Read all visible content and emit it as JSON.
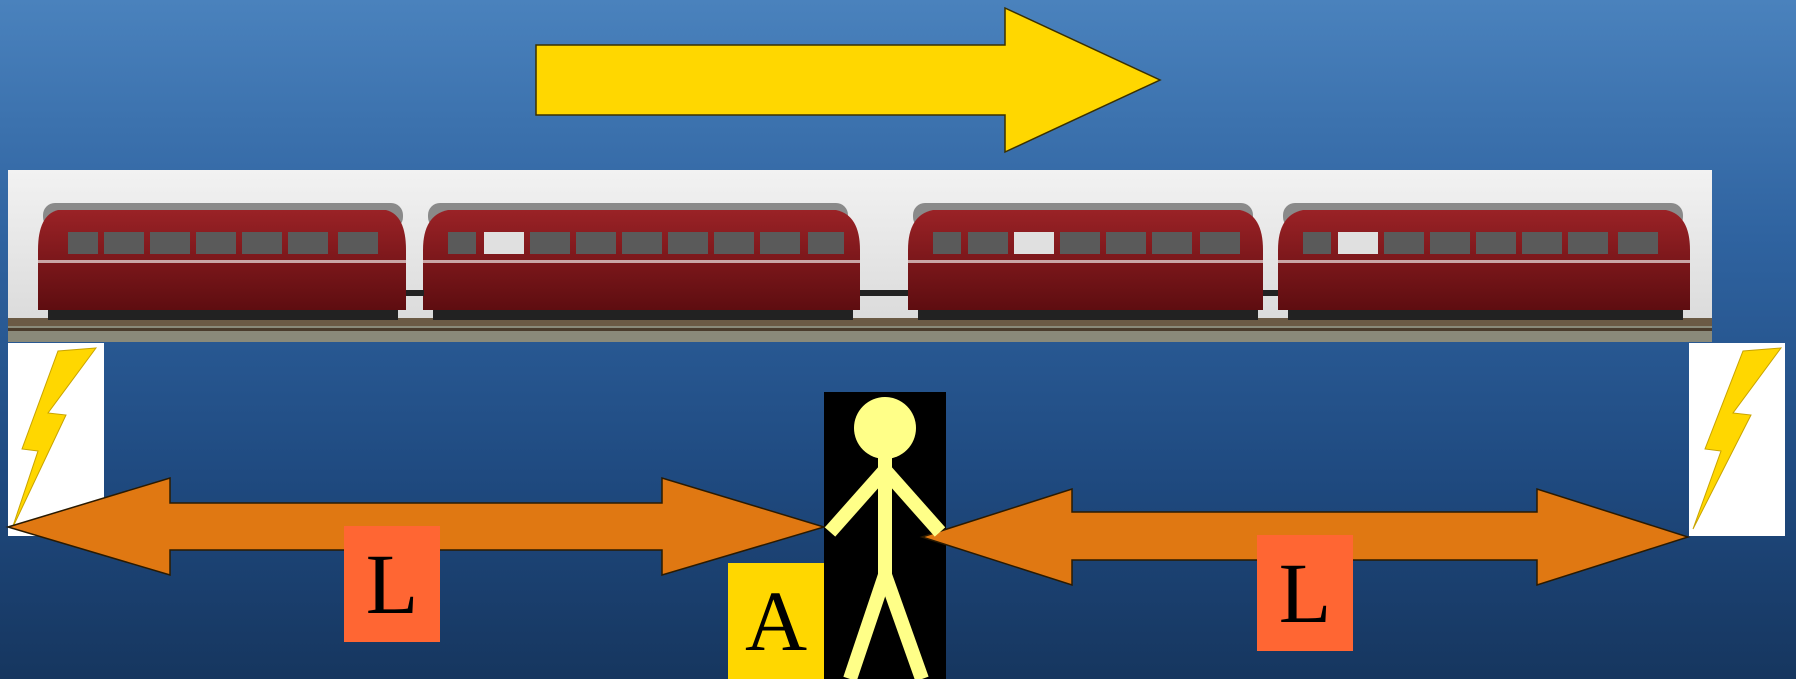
{
  "labels": {
    "left_distance": "L",
    "right_distance": "L",
    "observer": "A"
  },
  "colors": {
    "direction_arrow": "#ffd700",
    "distance_arrow": "#e07812",
    "label_box": "#ff6633",
    "observer_label_box": "#ffd700",
    "observer_figure": "#ffff88",
    "lightning": "#ffd700",
    "train_body": "#7e1518",
    "train_roof": "#8a8a8a"
  },
  "icons": {
    "direction": "arrow-right-icon",
    "left_strike": "lightning-icon",
    "right_strike": "lightning-icon",
    "observer": "stick-figure-icon"
  }
}
